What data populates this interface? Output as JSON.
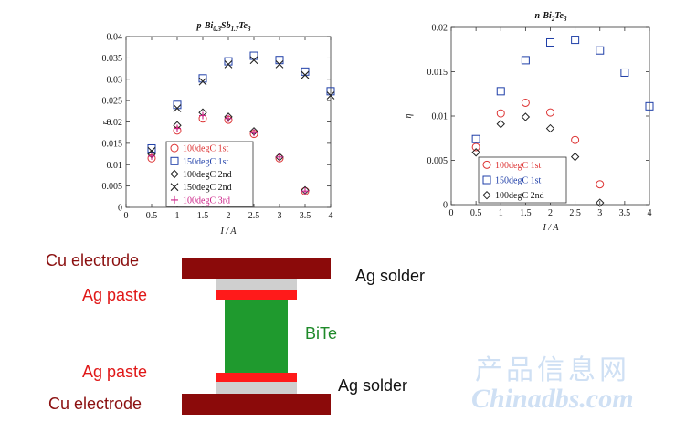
{
  "chart_data": [
    {
      "type": "scatter",
      "title_parts": {
        "prefix": "p-Bi",
        "sub1": "0.3",
        "mid": "Sb",
        "sub2": "1.7",
        "suffix": "Te",
        "sub3": "3"
      },
      "xlabel": "I / A",
      "ylabel": "η",
      "xlim": [
        0,
        4
      ],
      "ylim": [
        0,
        0.04
      ],
      "xticks": [
        "0",
        "0.5",
        "1",
        "1.5",
        "2",
        "2.5",
        "3",
        "3.5",
        "4"
      ],
      "yticks": [
        "0",
        "0.005",
        "0.01",
        "0.015",
        "0.02",
        "0.025",
        "0.03",
        "0.035",
        "0.04"
      ],
      "grid": false,
      "legend_position": "bottom-left",
      "series": [
        {
          "name": "100degC 1st",
          "marker": "circle",
          "color": "#dd3333",
          "x": [
            0.5,
            1,
            1.5,
            2,
            2.5,
            3,
            3.5
          ],
          "y": [
            0.0115,
            0.018,
            0.0208,
            0.0205,
            0.0172,
            0.0115,
            0.0038
          ]
        },
        {
          "name": "150degC 1st",
          "marker": "square",
          "color": "#1f3fa8",
          "x": [
            0.5,
            1,
            1.5,
            2,
            2.5,
            3,
            3.5,
            4
          ],
          "y": [
            0.0138,
            0.024,
            0.0302,
            0.0342,
            0.0355,
            0.0345,
            0.0318,
            0.0272
          ]
        },
        {
          "name": "100degC 2nd",
          "marker": "diamond",
          "color": "#222222",
          "x": [
            0.5,
            1,
            1.5,
            2,
            2.5,
            3,
            3.5
          ],
          "y": [
            0.0125,
            0.0192,
            0.0222,
            0.0212,
            0.0178,
            0.0118,
            0.004
          ]
        },
        {
          "name": "150degC 2nd",
          "marker": "x",
          "color": "#222222",
          "x": [
            0.5,
            1,
            1.5,
            2,
            2.5,
            3,
            3.5,
            4
          ],
          "y": [
            0.0132,
            0.0232,
            0.0295,
            0.0335,
            0.0345,
            0.0335,
            0.031,
            0.0262
          ]
        },
        {
          "name": "100degC 3rd",
          "marker": "plus",
          "color": "#cc2288",
          "x": [
            0.5,
            1,
            1.5,
            2,
            2.5,
            3,
            3.5
          ],
          "y": [
            0.012,
            0.0185,
            0.0215,
            0.0208,
            0.0175,
            0.0118,
            0.0038
          ]
        }
      ]
    },
    {
      "type": "scatter",
      "title_parts": {
        "prefix": "n-Bi",
        "sub1": "2",
        "mid": "Te",
        "sub2": "3"
      },
      "xlabel": "I / A",
      "ylabel": "η",
      "xlim": [
        0,
        4
      ],
      "ylim": [
        0,
        0.02
      ],
      "xticks": [
        "0",
        "0.5",
        "1",
        "1.5",
        "2",
        "2.5",
        "3",
        "3.5",
        "4"
      ],
      "yticks": [
        "0",
        "0.005",
        "0.01",
        "0.015",
        "0.02"
      ],
      "grid": false,
      "legend_position": "bottom-left",
      "series": [
        {
          "name": "100degC 1st",
          "marker": "circle",
          "color": "#dd3333",
          "x": [
            0.5,
            1,
            1.5,
            2,
            2.5,
            3
          ],
          "y": [
            0.0065,
            0.0103,
            0.0115,
            0.0104,
            0.0073,
            0.0023
          ]
        },
        {
          "name": "150degC 1st",
          "marker": "square",
          "color": "#1f3fa8",
          "x": [
            0.5,
            1,
            1.5,
            2,
            2.5,
            3,
            3.5,
            4
          ],
          "y": [
            0.0074,
            0.0128,
            0.0163,
            0.0183,
            0.0186,
            0.0174,
            0.0149,
            0.0111
          ]
        },
        {
          "name": "100degC 2nd",
          "marker": "diamond",
          "color": "#222222",
          "x": [
            0.5,
            1,
            1.5,
            2,
            2.5,
            3
          ],
          "y": [
            0.0059,
            0.0091,
            0.0099,
            0.0086,
            0.0054,
            0.0002
          ]
        }
      ]
    }
  ],
  "diagram": {
    "cu_electrode_top": "Cu electrode",
    "ag_paste_top": "Ag paste",
    "ag_solder_top": "Ag solder",
    "bite": "BiTe",
    "ag_paste_bottom": "Ag paste",
    "cu_electrode_bottom": "Cu electrode",
    "ag_solder_bottom": "Ag solder",
    "colors": {
      "electrode": "#8b0a0a",
      "solder": "#cfcfcf",
      "paste": "#ff1a1a",
      "bite": "#1f9a2e"
    }
  },
  "watermark": {
    "cn": "产品信息网",
    "en": "Chinadbs.com"
  }
}
